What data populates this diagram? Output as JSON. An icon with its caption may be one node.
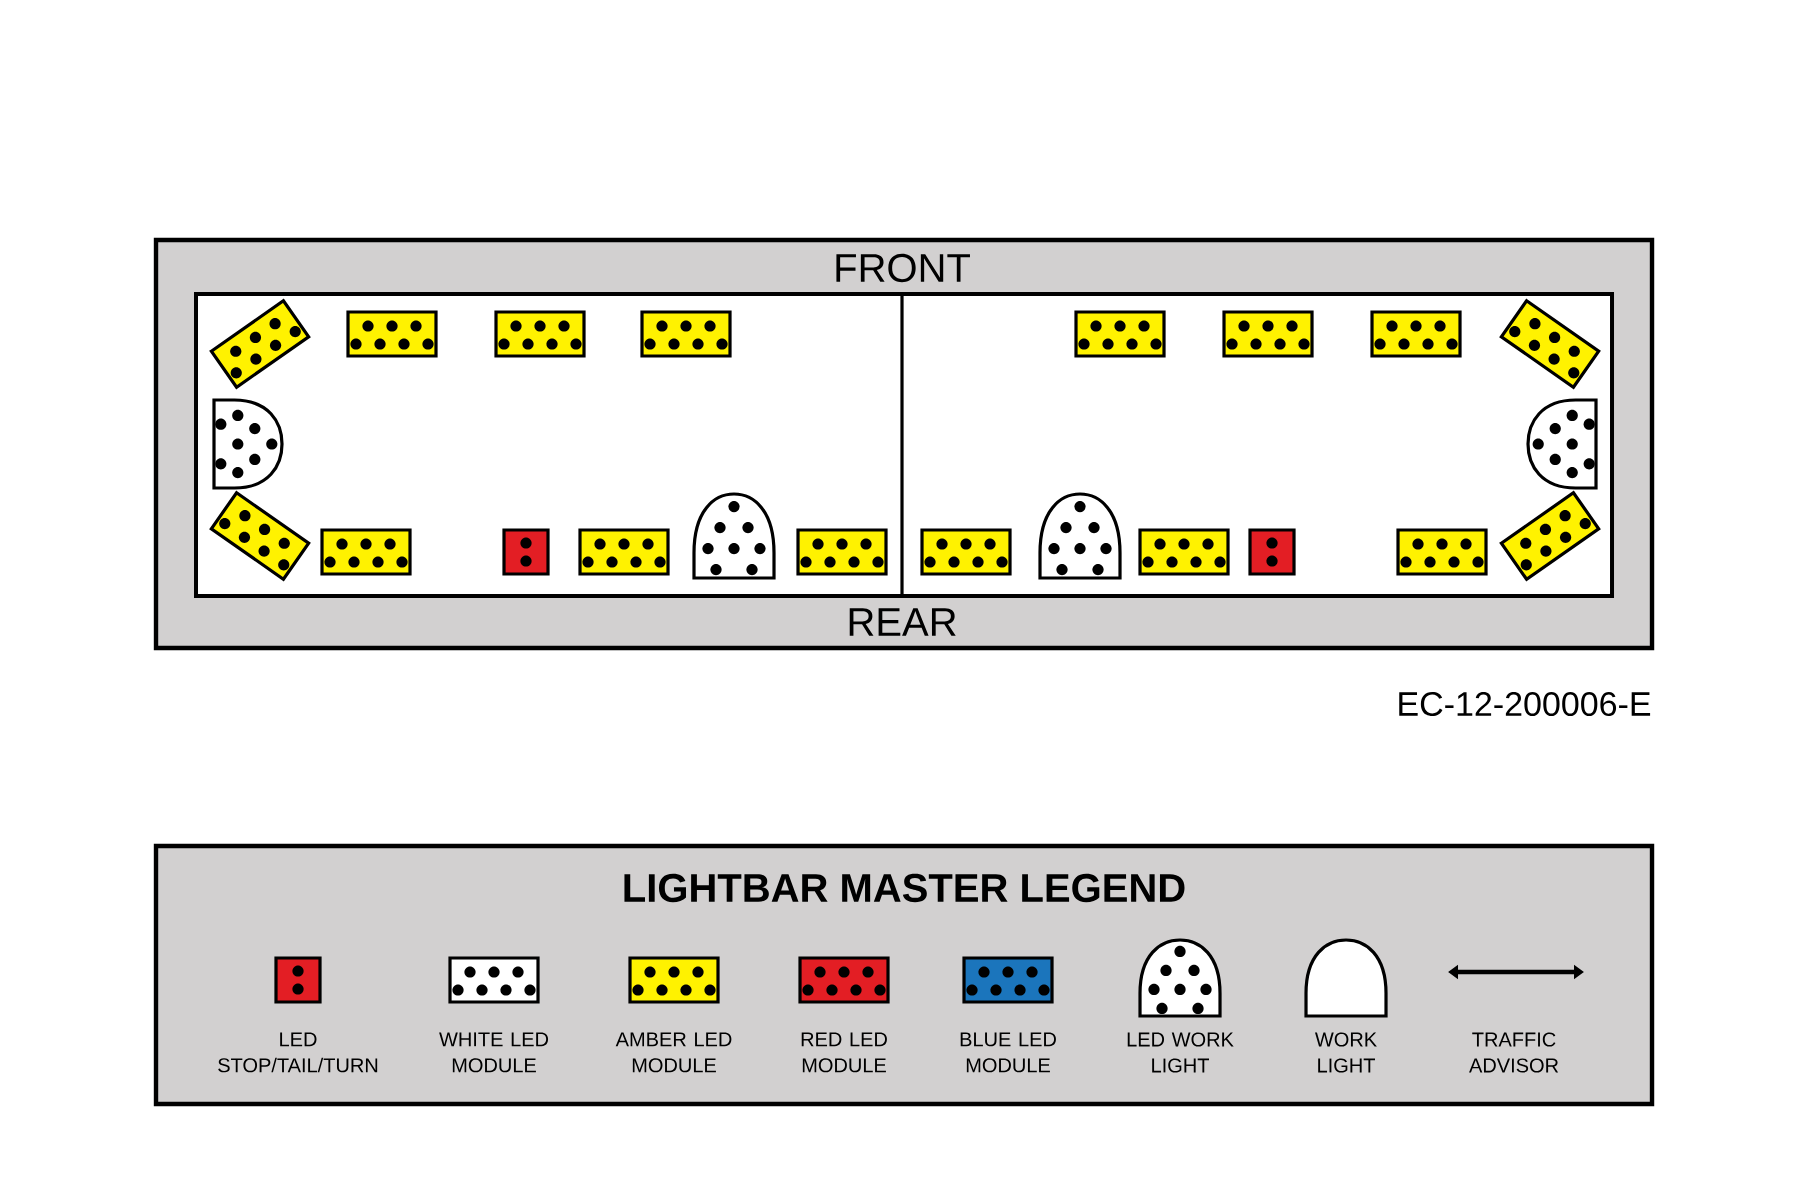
{
  "diagram": {
    "title": "LIGHTBAR MASTER LEGEND",
    "labels": [
      "FRONT",
      "REAR",
      "EC-12-200006-E"
    ],
    "legend": [
      {
        "text": "LED STOP/TAIL/TURN",
        "color": "#e31e24"
      },
      {
        "text": "WHITE LED MODULE",
        "color": "#ffffff"
      },
      {
        "text": "AMBER LED MODULE",
        "color": "#fff200"
      },
      {
        "text": "RED LED MODULE",
        "color": "#e31e24"
      },
      {
        "text": "BLUE LED MODULE",
        "color": "#1b75bc"
      },
      {
        "text": "LED WORK LIGHT"
      },
      {
        "text": "WORK LIGHT"
      },
      {
        "text": "TRAFFIC ADVISOR"
      }
    ]
  }
}
